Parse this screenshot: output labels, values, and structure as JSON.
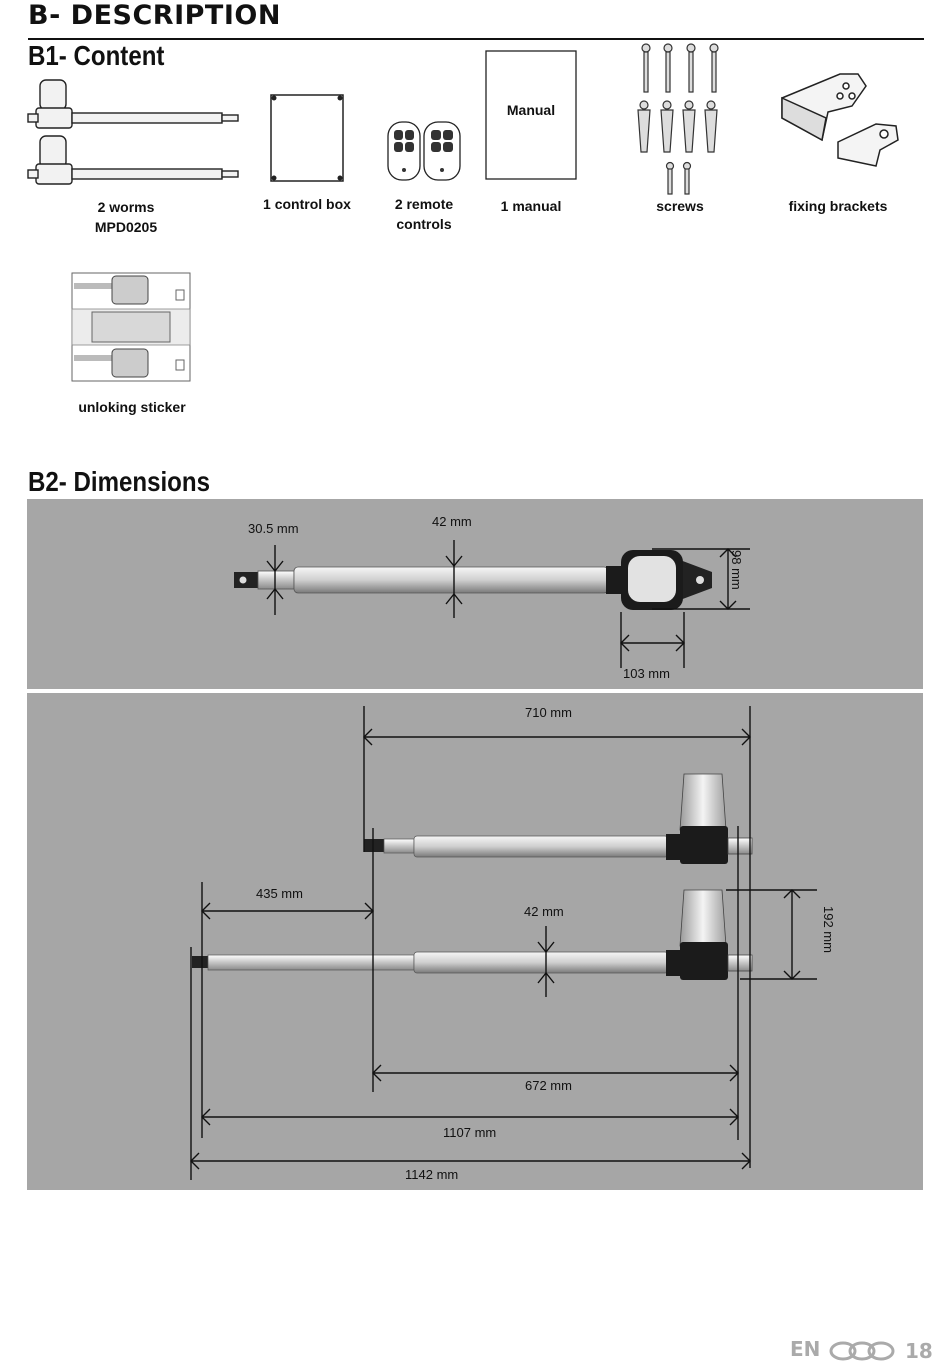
{
  "section_title": "B- DESCRIPTION",
  "b1": {
    "title": "B1- Content",
    "items": {
      "worms": [
        "2 worms",
        "MPD0205"
      ],
      "control_box": "1 control box",
      "remotes": [
        "2 remote",
        "controls"
      ],
      "manual_label": "Manual",
      "manual": "1 manual",
      "screws": "screws",
      "brackets": "fixing brackets",
      "sticker": "unloking sticker"
    }
  },
  "b2": {
    "title": "B2- Dimensions",
    "top": {
      "d_30_5": "30.5 mm",
      "d_42": "42 mm",
      "d_98": "98 mm",
      "d_103": "103 mm"
    },
    "bottom": {
      "d_710": "710 mm",
      "d_435": "435 mm",
      "d_42": "42 mm",
      "d_192": "192 mm",
      "d_672": "672 mm",
      "d_1107": "1107 mm",
      "d_1142": "1142 mm"
    }
  },
  "footer": {
    "lang": "EN",
    "page": "18"
  }
}
